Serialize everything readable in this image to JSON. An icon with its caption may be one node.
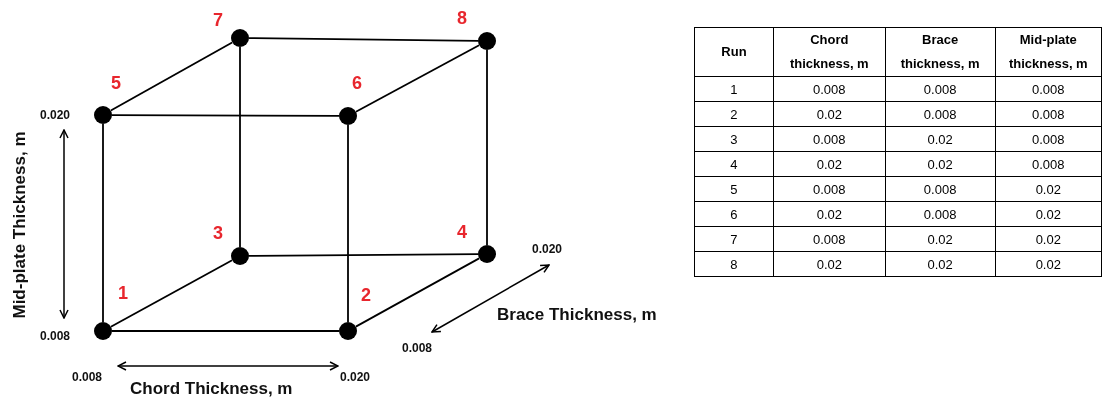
{
  "diagram": {
    "nodes": [
      {
        "text": [],
        "shape": "circle",
        "beside": [
          "1"
        ]
      },
      {
        "text": [],
        "shape": "circle",
        "beside": [
          "2"
        ]
      },
      {
        "text": [],
        "shape": "circle",
        "beside": [
          "3"
        ]
      },
      {
        "text": [],
        "shape": "circle",
        "beside": [
          "4"
        ]
      },
      {
        "text": [],
        "shape": "circle",
        "beside": [
          "5"
        ]
      },
      {
        "text": [],
        "shape": "circle",
        "beside": [
          "6"
        ]
      },
      {
        "text": [],
        "shape": "circle",
        "beside": [
          "7"
        ]
      },
      {
        "text": [],
        "shape": "circle",
        "beside": [
          "8"
        ]
      }
    ],
    "edges": [
      {
        "from": 0,
        "to": 1,
        "arrow": "none"
      },
      {
        "from": 2,
        "to": 3,
        "arrow": "none"
      },
      {
        "from": 4,
        "to": 5,
        "arrow": "none"
      },
      {
        "from": 6,
        "to": 7,
        "arrow": "none"
      },
      {
        "from": 0,
        "to": 2,
        "arrow": "none"
      },
      {
        "from": 1,
        "to": 3,
        "arrow": "none"
      },
      {
        "from": 4,
        "to": 6,
        "arrow": "none"
      },
      {
        "from": 5,
        "to": 7,
        "arrow": "none"
      },
      {
        "from": 0,
        "to": 4,
        "arrow": "none"
      },
      {
        "from": 1,
        "to": 5,
        "arrow": "none"
      },
      {
        "from": 2,
        "to": 6,
        "arrow": "none"
      },
      {
        "from": 3,
        "to": 7,
        "arrow": "none"
      }
    ],
    "labels": [
      "0.020",
      "Mid-plate Thickness, m",
      "0.020",
      "Brace Thickness, m",
      "0.008",
      "0.008",
      "0.008",
      "0.020",
      "Chord Thickness, m",
      "Run",
      "Chord thickness, m",
      "Brace thickness, m",
      "Mid-plate thickness, m",
      "1",
      "0.008",
      "0.008",
      "0.008",
      "2",
      "0.02",
      "0.008",
      "0.008",
      "3",
      "0.008",
      "0.02",
      "0.008",
      "4",
      "0.02",
      "0.02",
      "0.008",
      "5",
      "0.008",
      "0.008",
      "0.02",
      "6",
      "0.02",
      "0.008",
      "0.02",
      "7",
      "0.008",
      "0.02",
      "0.02",
      "8",
      "0.02",
      "0.02",
      "0.02"
    ]
  }
}
